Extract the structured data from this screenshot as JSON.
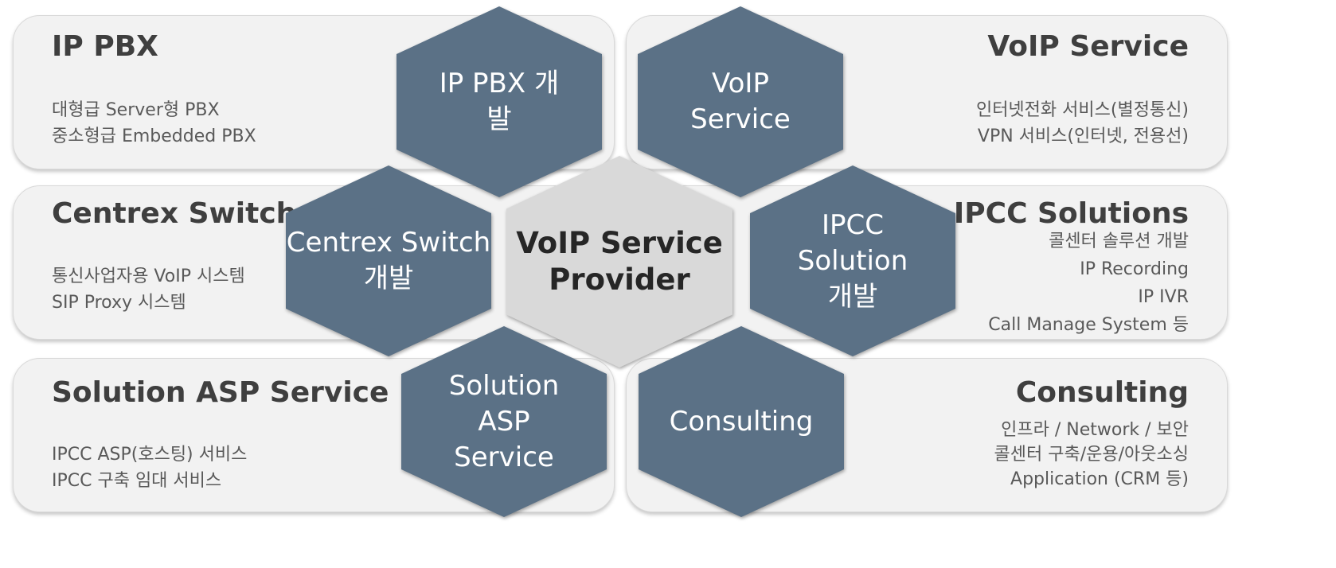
{
  "center": {
    "label": "VoIP Service\nProvider"
  },
  "panels": {
    "ip_pbx": {
      "title": "IP PBX",
      "desc": [
        "대형급 Server형 PBX",
        "중소형급 Embedded PBX"
      ]
    },
    "voip_service": {
      "title": "VoIP Service",
      "desc": [
        "인터넷전화 서비스(별정통신)",
        "VPN 서비스(인터넷, 전용선)"
      ]
    },
    "centrex_switch": {
      "title": "Centrex Switch",
      "desc": [
        "통신사업자용 VoIP 시스템",
        "SIP Proxy 시스템"
      ]
    },
    "ipcc_solutions": {
      "title": "IPCC Solutions",
      "desc": [
        "콜센터 솔루션 개발",
        "IP Recording",
        "IP IVR",
        "Call Manage System 등"
      ]
    },
    "solution_asp": {
      "title": "Solution ASP Service",
      "desc": [
        "IPCC ASP(호스팅) 서비스",
        "IPCC 구축 임대 서비스"
      ]
    },
    "consulting": {
      "title": "Consulting",
      "desc": [
        "인프라 / Network / 보안",
        "콜센터 구축/운용/아웃소싱",
        "Application (CRM 등)"
      ]
    }
  },
  "hexagons": {
    "ip_pbx": "IP PBX 개\n발",
    "voip": "VoIP\nService",
    "centrex": "Centrex Switch\n개발",
    "ipcc": "IPCC\nSolution\n개발",
    "solution_asp": "Solution\nASP\nService",
    "consulting": "Consulting"
  },
  "colors": {
    "hexagon_fill": "#5b7186",
    "center_fill": "#d9d9d9",
    "panel_fill": "#f2f2f2"
  }
}
